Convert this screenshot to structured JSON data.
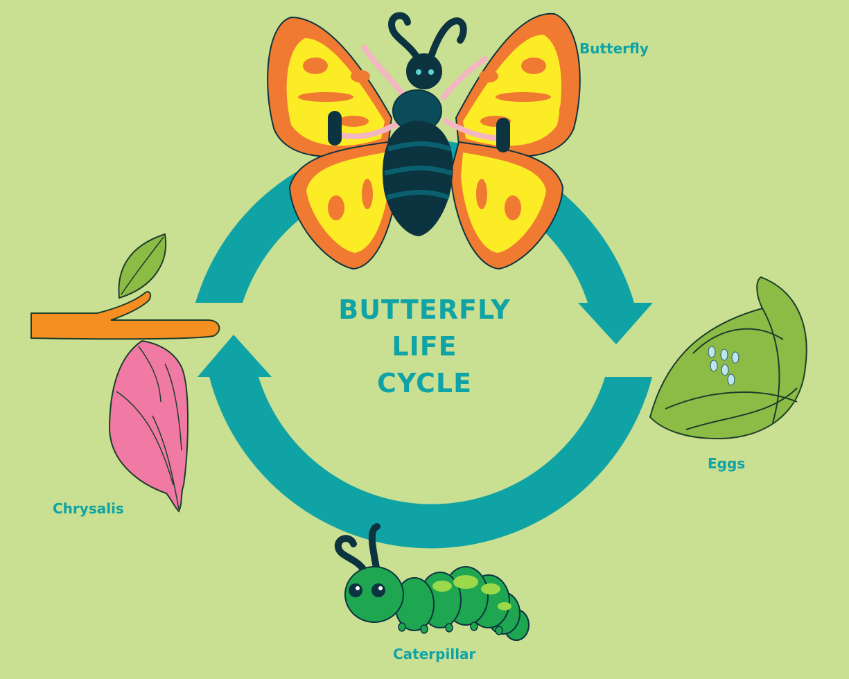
{
  "title": {
    "line1": "BUTTERFLY",
    "line2": "LIFE",
    "line3": "CYCLE"
  },
  "stages": {
    "butterfly": "Butterfly",
    "eggs": "Eggs",
    "caterpillar": "Caterpillar",
    "chrysalis": "Chrysalis"
  },
  "colors": {
    "background": "#c9df91",
    "cycle_arrow": "#10a3a6",
    "title_text": "#10a3a6",
    "wing_outer": "#f07a32",
    "wing_inner": "#fbec26",
    "body_dark": "#0b4c5a",
    "leaf": "#8cbc46",
    "chrysalis": "#f07aa4",
    "branch": "#f58f22",
    "caterpillar": "#1fa650"
  }
}
